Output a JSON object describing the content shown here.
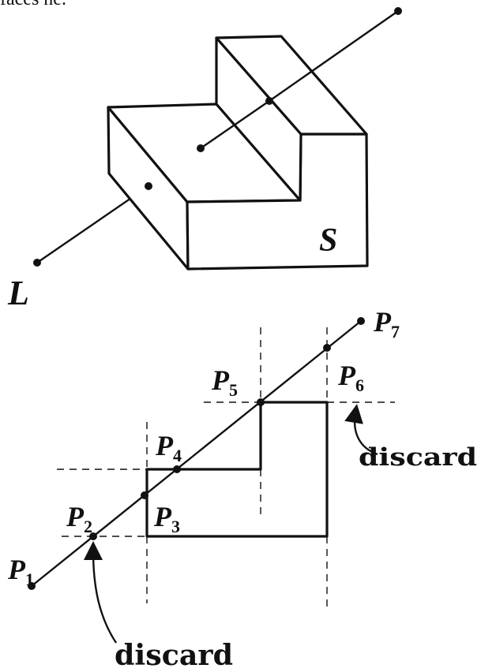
{
  "header_fragment": "faces ne.",
  "top_figure": {
    "solid_label": "S",
    "line_label": "L"
  },
  "bottom_figure": {
    "points": [
      {
        "letter": "P",
        "index": "1"
      },
      {
        "letter": "P",
        "index": "2"
      },
      {
        "letter": "P",
        "index": "3"
      },
      {
        "letter": "P",
        "index": "4"
      },
      {
        "letter": "P",
        "index": "5"
      },
      {
        "letter": "P",
        "index": "6"
      },
      {
        "letter": "P",
        "index": "7"
      }
    ],
    "discard_upper": "discard",
    "discard_lower": "discard"
  }
}
